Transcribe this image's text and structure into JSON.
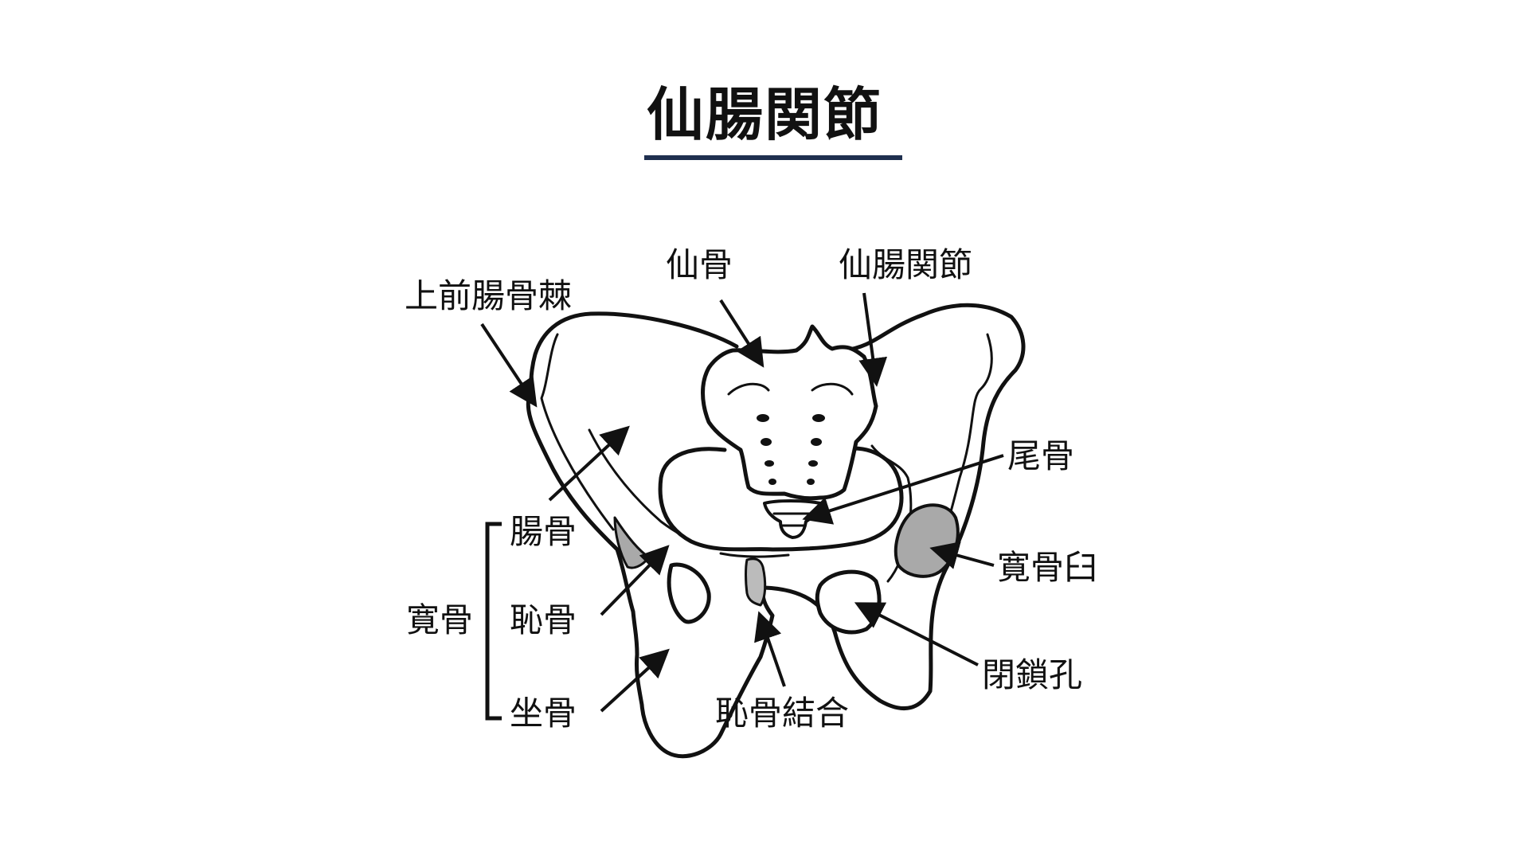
{
  "title": "仙腸関節",
  "labels": {
    "anterior_superior_iliac_spine": "上前腸骨棘",
    "sacrum": "仙骨",
    "sacroiliac_joint": "仙腸関節",
    "coccyx": "尾骨",
    "ilium": "腸骨",
    "hip_bone": "寛骨",
    "pubis": "恥骨",
    "ischium": "坐骨",
    "acetabulum": "寛骨臼",
    "obturator_foramen": "閉鎖孔",
    "pubic_symphysis": "恥骨結合"
  },
  "colors": {
    "underline": "#1f2f4f",
    "cartilage": "#bbbbbb",
    "acetabulum_fill": "#a9a9a9",
    "outline": "#111111"
  }
}
